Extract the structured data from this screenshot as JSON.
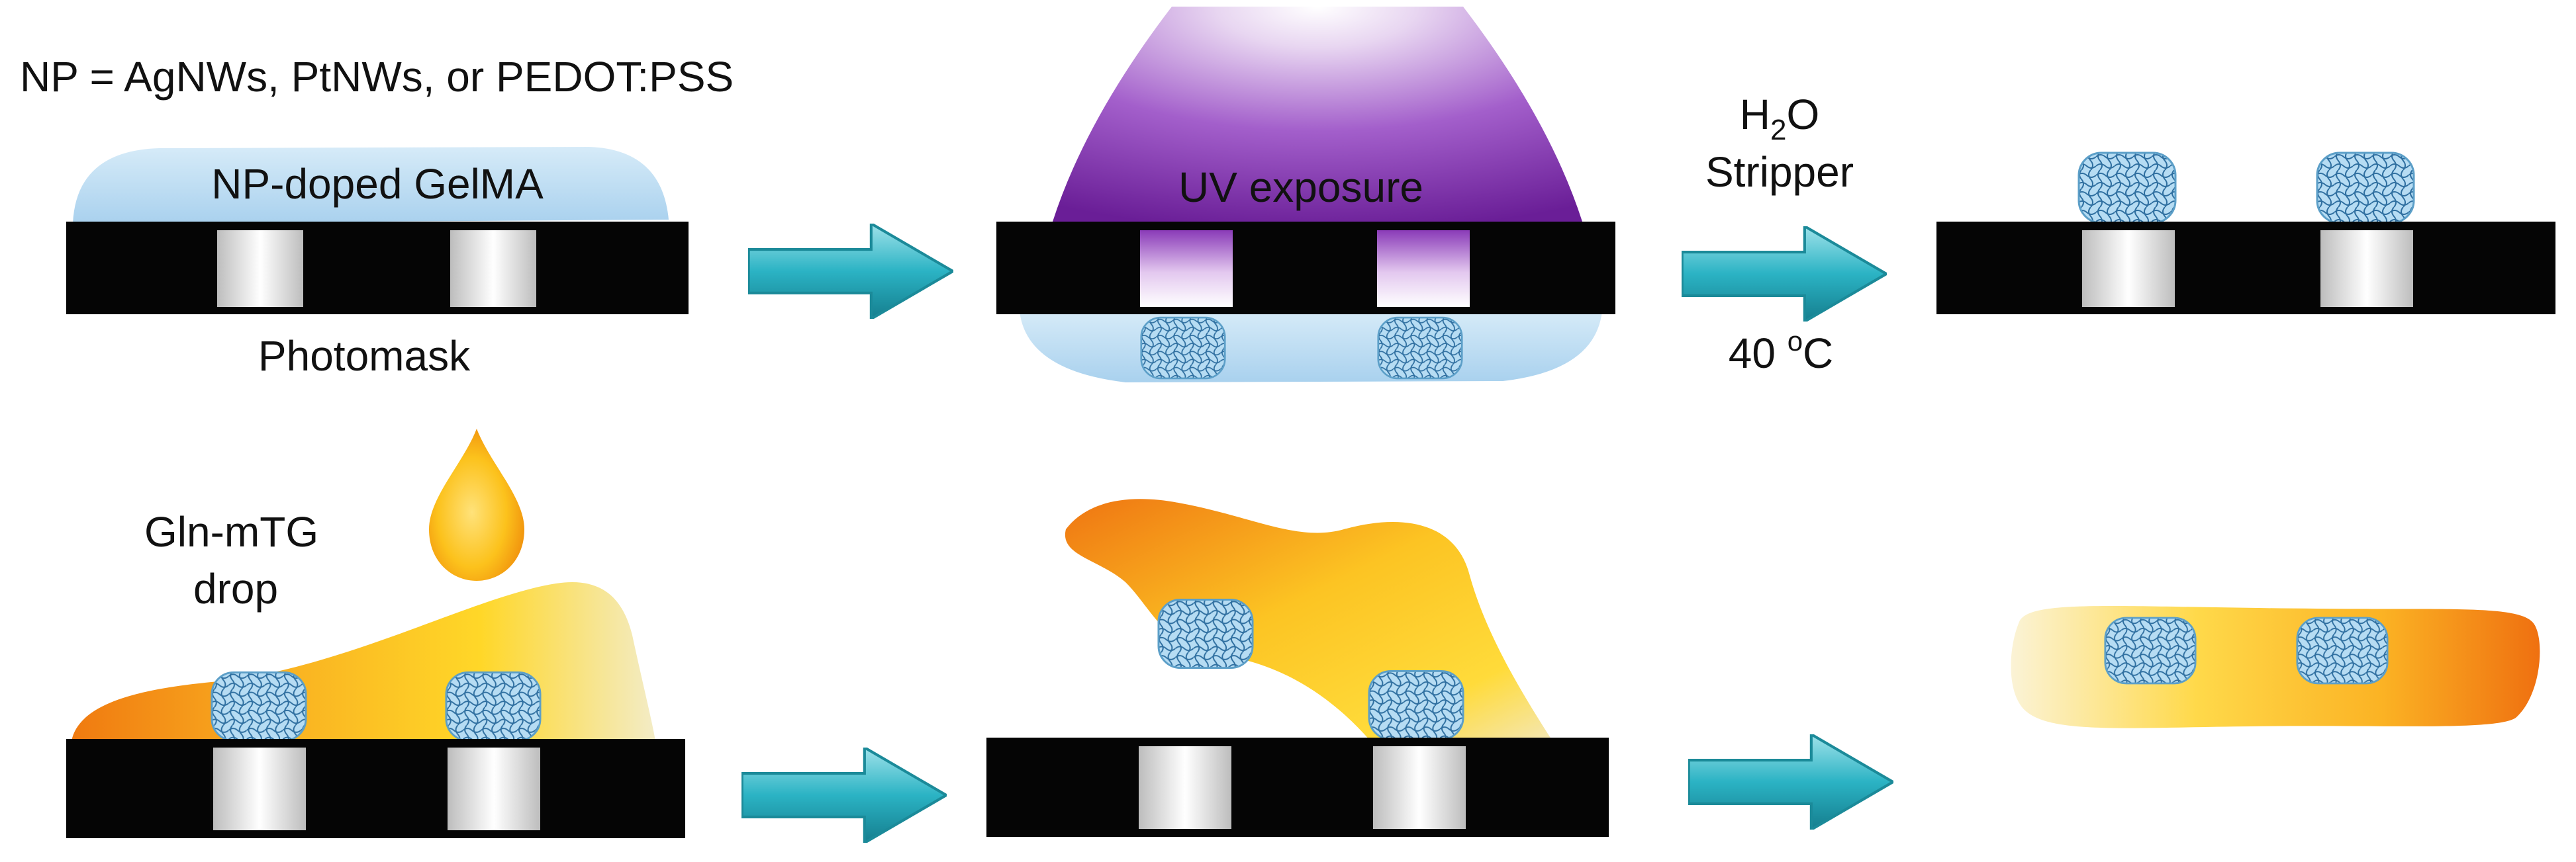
{
  "labels": {
    "np_definition": "NP = AgNWs, PtNWs, or PEDOT:PSS",
    "np_doped_gelma": "NP-doped  GelMA",
    "photomask": "Photomask",
    "uv_exposure": "UV exposure",
    "water": "H",
    "water_subscript": "2",
    "water_suffix": "O",
    "stripper": "Stripper",
    "temperature_value": "40 ",
    "temperature_degree": "o",
    "temperature_unit": "C",
    "gln_mtg_line1": "Gln-mTG",
    "gln_mtg_line2": "drop"
  },
  "colors": {
    "mask_black": "#050505",
    "gelma_blue": "#bcdcf2",
    "uv_purple": "#7a2fa8",
    "arrow_teal": "#2bb3c4",
    "gel_orange": "#f08a14",
    "gel_yellow": "#ffd21f",
    "gel_cream": "#f6edc8",
    "np_pattern_blue": "#a8d3ef"
  },
  "icons": {
    "process_arrow": "right-arrow-icon",
    "nanowire_pattern": "mesh-pattern-icon",
    "gel_drop": "droplet-icon"
  }
}
